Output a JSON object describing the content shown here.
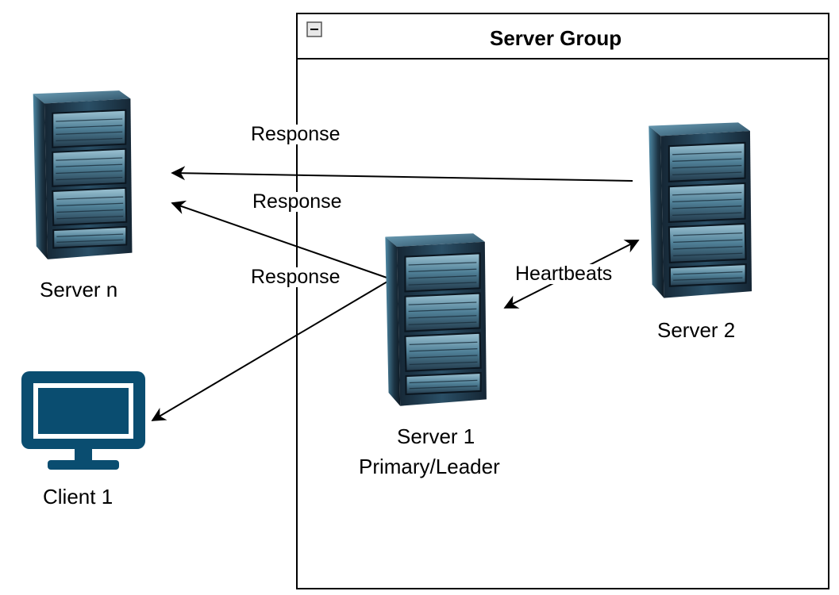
{
  "group": {
    "title": "Server Group",
    "collapse_symbol": "−"
  },
  "nodes": {
    "server_n": {
      "label": "Server n",
      "icon": "server-rack-icon"
    },
    "server_1": {
      "label_line1": "Server 1",
      "label_line2": "Primary/Leader",
      "icon": "server-rack-icon"
    },
    "server_2": {
      "label": "Server 2",
      "icon": "server-rack-icon"
    },
    "client_1": {
      "label": "Client 1",
      "icon": "monitor-icon"
    }
  },
  "edges": {
    "response_top": "Response",
    "response_mid": "Response",
    "response_low": "Response",
    "heartbeats": "Heartbeats"
  },
  "colors": {
    "monitor": "#0a4d70",
    "rack_dark": "#0f1e2a",
    "rack_mid": "#2e5a73",
    "rack_light": "#6aa0b8",
    "line": "#000000"
  }
}
